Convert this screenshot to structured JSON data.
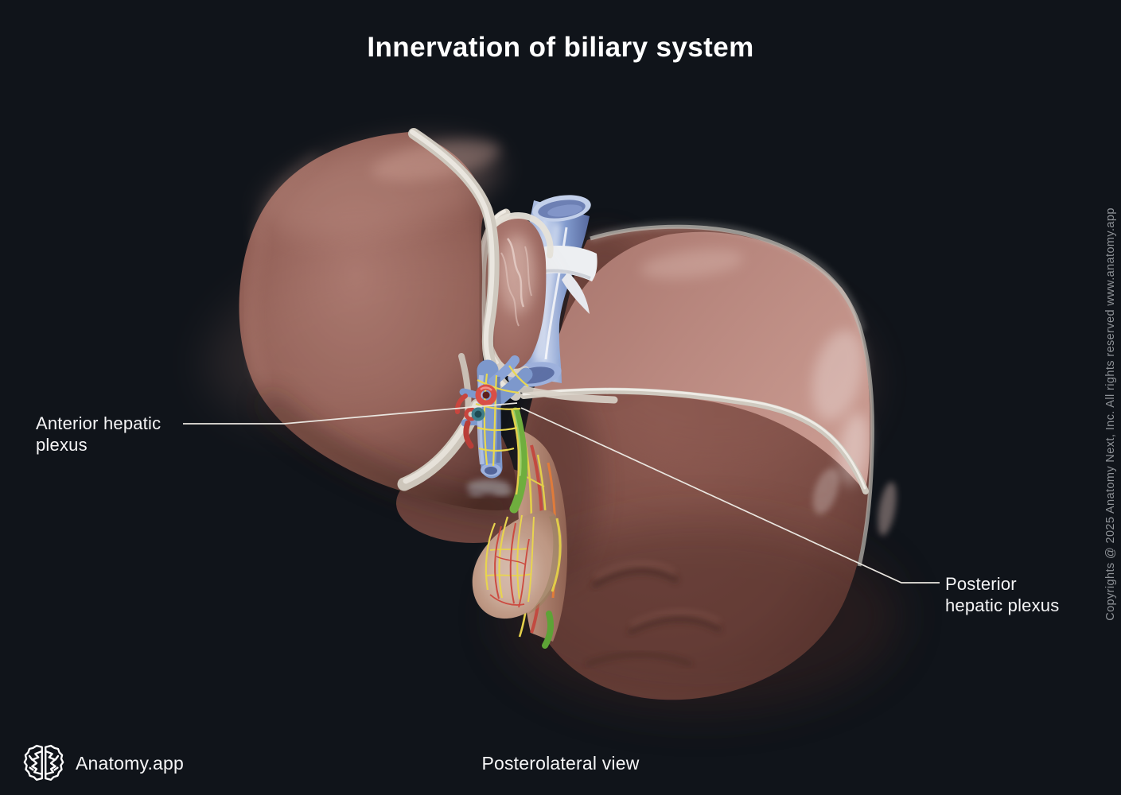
{
  "title": "Innervation of biliary system",
  "view_label": "Posterolateral view",
  "brand": {
    "name": "Anatomy.app",
    "logo_icon": "brain-icon"
  },
  "watermark": "Copyrights @ 2025 Anatomy Next, Inc. All rights reserved www.anatomy.app",
  "annotations": {
    "anterior": {
      "line1": "Anterior hepatic",
      "line2": "plexus"
    },
    "posterior": {
      "line1": "Posterior",
      "line2": "hepatic plexus"
    }
  },
  "figure": {
    "subject": "Liver with biliary system innervation",
    "structures_depicted": [
      "liver left and right lobes",
      "caudate lobe",
      "inferior vena cava",
      "falciform and coronary ligaments",
      "portal vein",
      "hepatic artery",
      "bile duct",
      "gallbladder",
      "hepatic nerve plexuses"
    ]
  },
  "colors": {
    "background": "#10141a",
    "text": "#ffffff",
    "watermark_text": "#8f9398",
    "leader_line": "#eae6e0",
    "liver_main": "#96635b",
    "liver_dark": "#5e3a35",
    "liver_highlight": "#c1938a",
    "bare_area_pink": "#bc8b82",
    "ligament_cream": "#ddd8cf",
    "vena_cava_blue": "#8aa3d6",
    "portal_vein_blue": "#7d98cc",
    "hepatic_artery_red": "#d9534c",
    "bile_duct_green": "#6fae3e",
    "nerve_yellow": "#e8d44f",
    "gallbladder_tan": "#c2a08d"
  }
}
